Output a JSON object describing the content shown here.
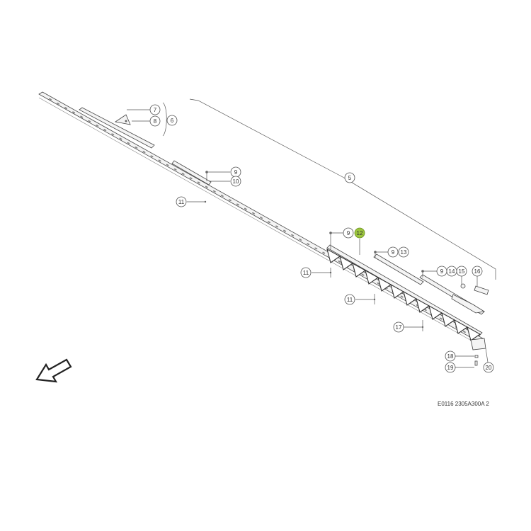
{
  "diagram": {
    "doc_code": "E0116 2305A300A 2",
    "highlight_color": "#9bc53d",
    "direction_icon": "arrow-down-left-icon",
    "callouts": [
      {
        "id": "c7a",
        "label": "7"
      },
      {
        "id": "c8",
        "label": "8"
      },
      {
        "id": "c6",
        "label": "6"
      },
      {
        "id": "c5",
        "label": "5"
      },
      {
        "id": "c9a",
        "label": "9"
      },
      {
        "id": "c10",
        "label": "10"
      },
      {
        "id": "c11a",
        "label": "11"
      },
      {
        "id": "c9b",
        "label": "9"
      },
      {
        "id": "c12",
        "label": "12"
      },
      {
        "id": "c9c",
        "label": "9"
      },
      {
        "id": "c13",
        "label": "13"
      },
      {
        "id": "c11b",
        "label": "11"
      },
      {
        "id": "c9d",
        "label": "9"
      },
      {
        "id": "c14",
        "label": "14"
      },
      {
        "id": "c15",
        "label": "15"
      },
      {
        "id": "c16",
        "label": "16"
      },
      {
        "id": "c11c",
        "label": "11"
      },
      {
        "id": "c17",
        "label": "17"
      },
      {
        "id": "c18",
        "label": "18"
      },
      {
        "id": "c19",
        "label": "19"
      },
      {
        "id": "c20",
        "label": "20"
      }
    ]
  }
}
